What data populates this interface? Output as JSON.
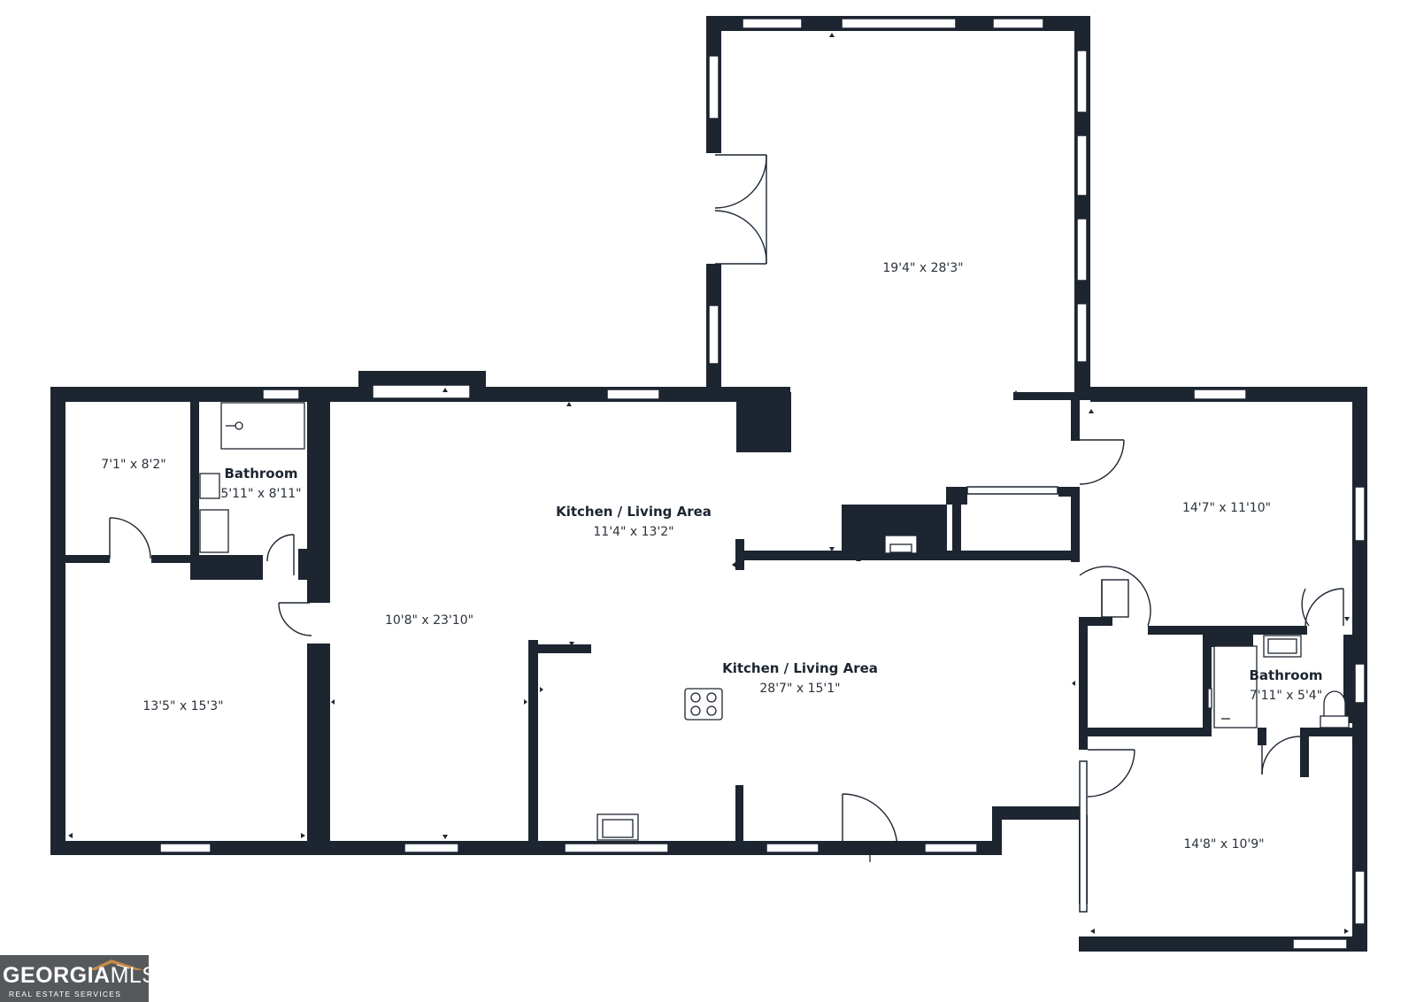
{
  "rooms": {
    "upper_room": {
      "dimensions": "19'4\" x 28'3\""
    },
    "small_room": {
      "dimensions": "7'1\" x 8'2\""
    },
    "bathroom_1": {
      "name": "Bathroom",
      "dimensions": "5'11\" x 8'11\""
    },
    "kitchen_living_1": {
      "name": "Kitchen / Living Area",
      "dimensions": "11'4\" x 13'2\""
    },
    "hallway": {
      "dimensions": "10'8\" x 23'10\""
    },
    "bedroom_left": {
      "dimensions": "13'5\" x 15'3\""
    },
    "kitchen_living_2": {
      "name": "Kitchen / Living Area",
      "dimensions": "28'7\" x 15'1\""
    },
    "bedroom_right_top": {
      "dimensions": "14'7\" x 11'10\""
    },
    "bathroom_2": {
      "name": "Bathroom",
      "dimensions": "7'11\" x 5'4\""
    },
    "bedroom_right_bottom": {
      "dimensions": "14'8\" x 10'9\""
    }
  },
  "colors": {
    "wall": "#1c2530",
    "window": "#ffffff",
    "logo_bg": "#56595c"
  },
  "logo": {
    "brand": "GEORGIAMLS",
    "brand_primary": "GEORGIA",
    "brand_secondary": "MLS",
    "tagline": "REAL ESTATE SERVICES"
  }
}
